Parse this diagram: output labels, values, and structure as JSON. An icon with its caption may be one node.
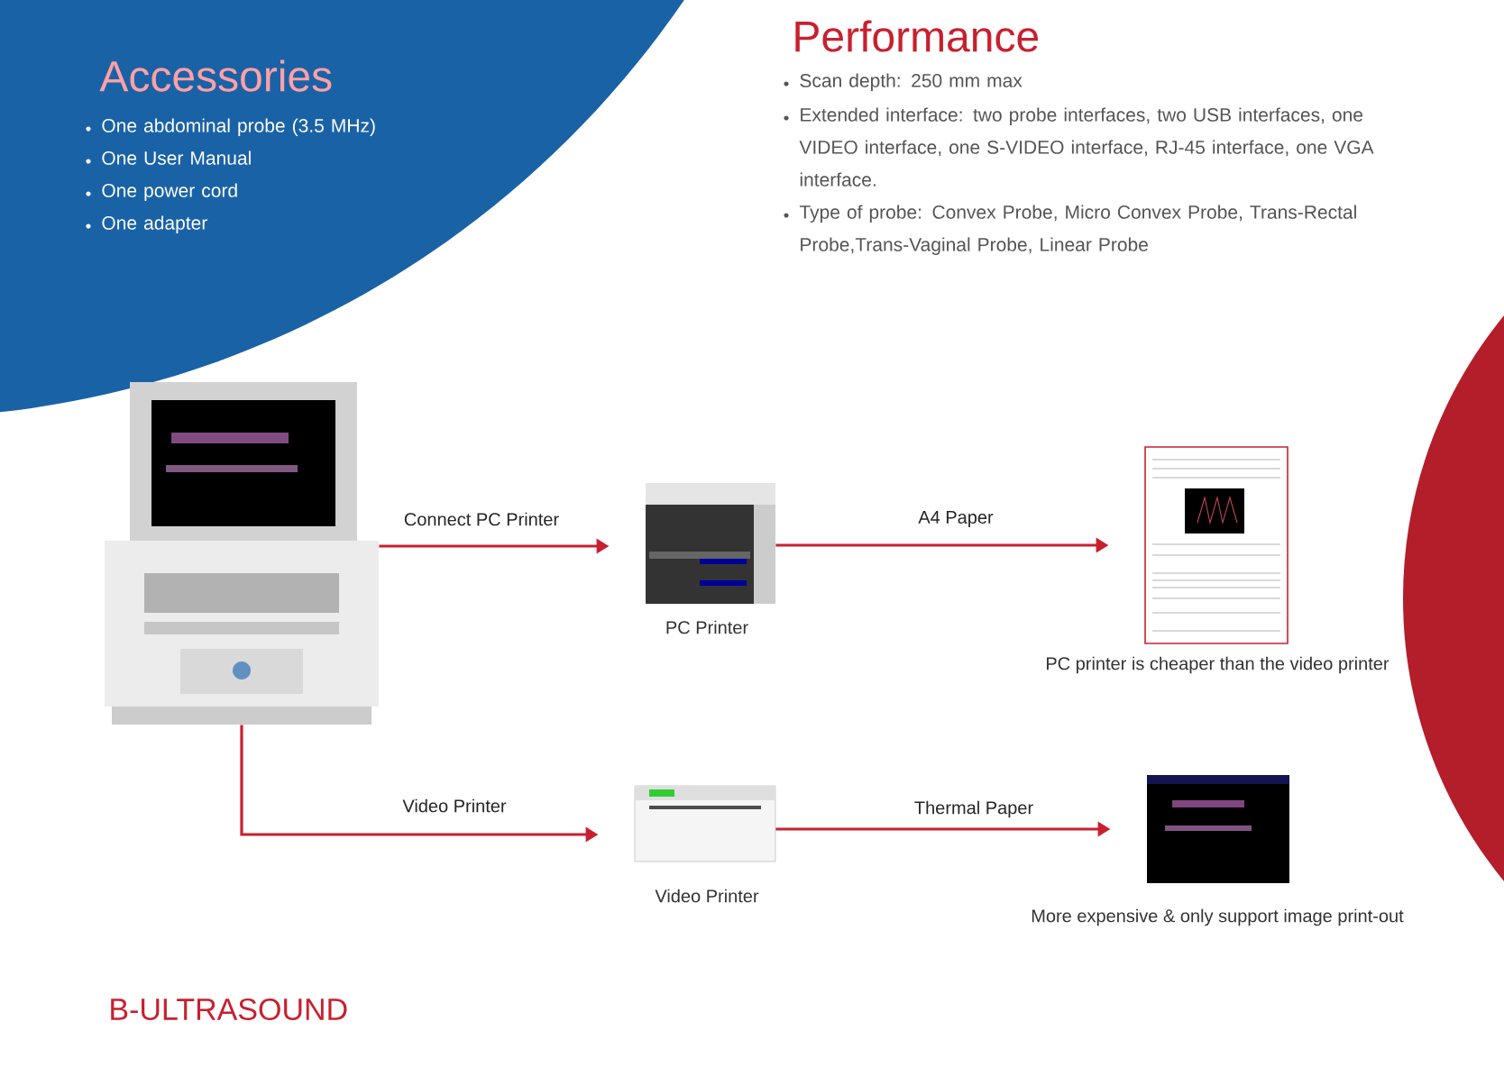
{
  "diagram": {
    "nodes": [
      {
        "text": [],
        "shape": "picture"
      },
      {
        "text": [],
        "shape": "picture",
        "beside": [
          "PC Printer"
        ]
      },
      {
        "text": [],
        "shape": "picture",
        "beside": [
          "PC printer is cheaper than the video printer"
        ]
      },
      {
        "text": [],
        "shape": "picture",
        "beside": [
          "Video Printer"
        ]
      },
      {
        "text": [],
        "shape": "picture",
        "beside": [
          "More expensive & only support image print-out"
        ]
      }
    ],
    "edges": [
      {
        "from": 0,
        "to": 1,
        "arrow": "to",
        "label": "Connect PC Printer"
      },
      {
        "from": 1,
        "to": 2,
        "arrow": "to",
        "label": "A4 Paper"
      },
      {
        "from": 0,
        "to": 3,
        "arrow": "to",
        "label": "Video Printer"
      },
      {
        "from": 3,
        "to": 4,
        "arrow": "to",
        "label": "Thermal Paper"
      }
    ],
    "labels": [
      "Accessories",
      "One abdominal probe (3.5 MHz)",
      "One User Manual",
      "One power cord",
      "One adapter",
      "Performance",
      "Scan depth: 250 mm max",
      "Extended interface: two probe interfaces, two USB interfaces, one VIDEO interface, one S-VIDEO interface, RJ-45 interface, one VGA interface.",
      "Type of probe: Convex Probe, Micro Convex Probe, Trans-Rectal Probe,Trans-Vaginal Probe, Linear Probe",
      "B-ULTRASOUND"
    ]
  }
}
